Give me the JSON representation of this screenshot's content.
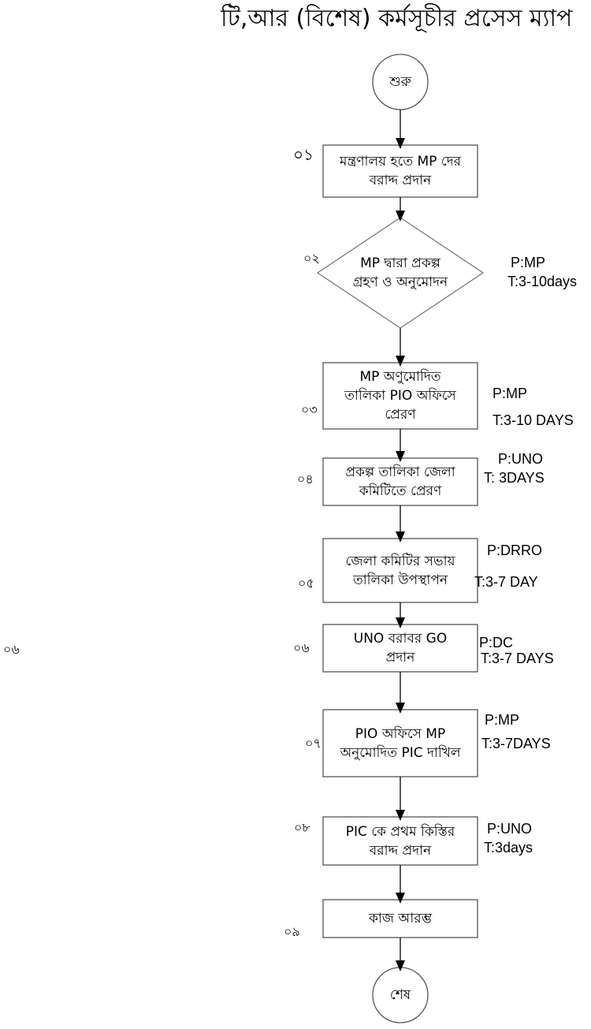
{
  "title": "টি,আর  (বিশেষ) কর্মসূচীর প্রসেস ম্যাপ",
  "start": "শুরু",
  "end": "শেষ",
  "stray_label": "০৬",
  "steps": [
    {
      "num": "০১",
      "lines": [
        "মন্ত্রণালয় হতে MP দের",
        "বরাদ্দ প্রদান"
      ]
    },
    {
      "num": "০২",
      "lines": [
        "MP দ্বারা প্রকল্প",
        "গ্রহণ ও অনুমোদন"
      ],
      "p": "P:MP",
      "t": "T:3-10days"
    },
    {
      "num": "০৩",
      "lines": [
        "MP অণুমোদিত",
        "তালিকা PIO অফিসে",
        "প্রেরণ"
      ],
      "p": "P:MP",
      "t": "T:3-10 DAYS"
    },
    {
      "num": "০৪",
      "lines": [
        "প্রকল্প তালিকা জেলা",
        "কমিটিতে প্রেরণ"
      ],
      "p": "P:UNO",
      "t": "T: 3DAYS"
    },
    {
      "num": "০৫",
      "lines": [
        "জেলা কমিটির সভায়",
        "তালিকা উপস্থাপন"
      ],
      "p": "P:DRRO",
      "t": "T:3-7 DAY"
    },
    {
      "num": "০৬",
      "lines": [
        "UNO বরাবর GO",
        "প্রদান"
      ],
      "p": "P:DC",
      "t": "T:3-7 DAYS"
    },
    {
      "num": "০৭",
      "lines": [
        "PIO অফিসে MP",
        "অনুমোদিত PIC দাখিল"
      ],
      "p": "P:MP",
      "t": "T:3-7DAYS"
    },
    {
      "num": "০৮",
      "lines": [
        "PIC কে প্রথম কিস্তির",
        "বরাদ্দ প্রদান"
      ],
      "p": "P:UNO",
      "t": "T:3days"
    },
    {
      "num": "০৯",
      "lines": [
        "কাজ আরম্ভ"
      ]
    }
  ]
}
